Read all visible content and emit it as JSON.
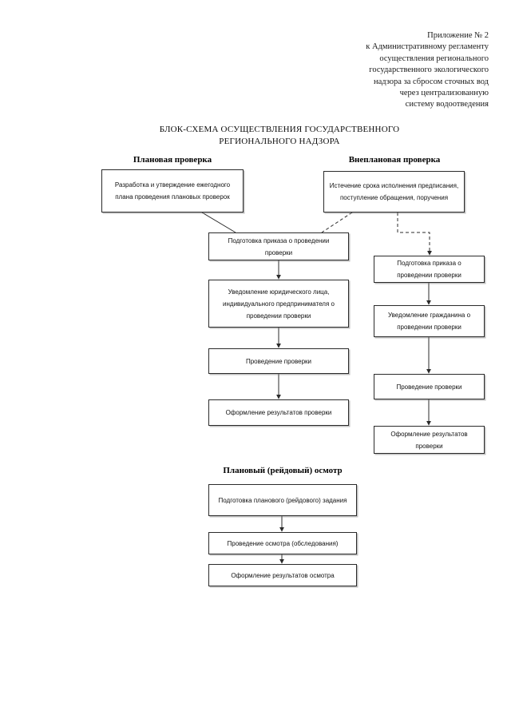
{
  "document": {
    "header_lines": [
      "Приложение № 2",
      "к Административному регламенту",
      "осуществления регионального",
      "государственного экологического",
      "надзора за сбросом сточных вод",
      "через централизованную",
      "систему водоотведения"
    ],
    "title_line_1": "БЛОК-СХЕМА ОСУЩЕСТВЛЕНИЯ ГОСУДАРСТВЕННОГО",
    "title_line_2": "РЕГИОНАЛЬНОГО НАДЗОРА"
  },
  "sections": {
    "planned_heading": "Плановая проверка",
    "unplanned_heading": "Внеплановая проверка",
    "raid_heading": "Плановый (рейдовый) осмотр"
  },
  "boxes": {
    "plan_development": "Разработка и утверждение ежегодного плана проведения плановых проверок",
    "unplanned_sources": "Истечение срока исполнения предписания, поступление обращения, поручения",
    "order_middle": "Подготовка приказа о проведении проверки",
    "notify_legal_entity": "Уведомление юридического лица, индивидуального предпринимателя о проведении проверки",
    "inspection_middle": "Проведение проверки",
    "results_middle": "Оформление результатов проверки",
    "order_right": "Подготовка приказа о проведении проверки",
    "notify_citizen": "Уведомление гражданина о проведении проверки",
    "inspection_right": "Проведение проверки",
    "results_right": "Оформление результатов проверки",
    "raid_task": "Подготовка планового (рейдового) задания",
    "raid_inspection": "Проведение осмотра (обследования)",
    "raid_results": "Оформление результатов осмотра"
  },
  "style": {
    "line_color": "#2b2b2b",
    "page_background": "#ffffff",
    "text_color": "#111111"
  }
}
